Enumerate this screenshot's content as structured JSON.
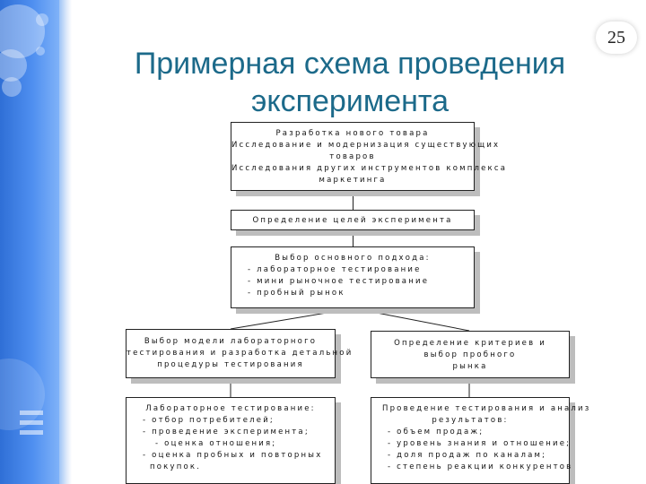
{
  "page_number": "25",
  "title": [
    "Примерная схема проведения",
    "эксперимента"
  ],
  "boxes": {
    "product": [
      "Разработка нового товара",
      "Исследование и модернизация существующих",
      "товаров",
      "Исследования других инструментов комплекса",
      "маркетинга"
    ],
    "goals": [
      "Определение целей эксперимента"
    ],
    "approach": [
      "Выбор основного подхода:",
      "- лабораторное тестирование",
      "- мини рыночное тестирование",
      "- пробный рынок"
    ],
    "lab_model": [
      "Выбор модели лабораторного",
      "тестирования  и разработка детальной",
      "процедуры тестирования"
    ],
    "criteria": [
      "Определение критериев и",
      "выбор пробного",
      "рынка"
    ],
    "lab_testing": [
      "Лабораторное тестирование:",
      "- отбор потребителей;",
      "- проведение эксперимента;",
      "- оценка отношения;",
      "- оценка пробных и повторных",
      "покупок."
    ],
    "analysis": [
      "Проведение тестирования и анализ",
      "результатов:",
      "- объем продаж;",
      "- уровень знания и отношение;",
      "- доля продаж по каналам;",
      "- степень реакции конкурентов"
    ]
  }
}
